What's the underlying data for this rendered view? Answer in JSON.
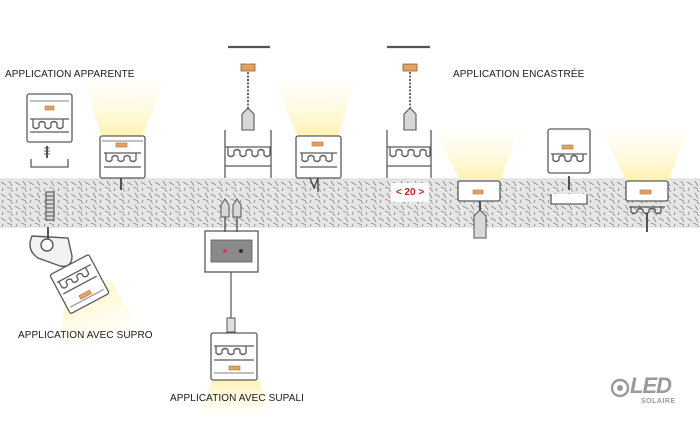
{
  "labels": {
    "apparente": "APPLICATION APPARENTE",
    "encastree": "APPLICATION ENCASTRÉE",
    "supro": "APPLICATION AVEC SUPRO",
    "supali": "APPLICATION AVEC SUPALI"
  },
  "dimension_badge": "< 20 >",
  "logo": {
    "main": "LED",
    "sub": "SOLAIRE"
  },
  "colors": {
    "light_beam": "#fff3b8",
    "led_chip": "#e8a060",
    "dimension_text": "#c41e1e",
    "outline": "#5a5a5a",
    "ceiling_band": "#e6e6e6",
    "ceiling_hatch": "#8c8c8c",
    "logo": "#9a9a9a"
  }
}
